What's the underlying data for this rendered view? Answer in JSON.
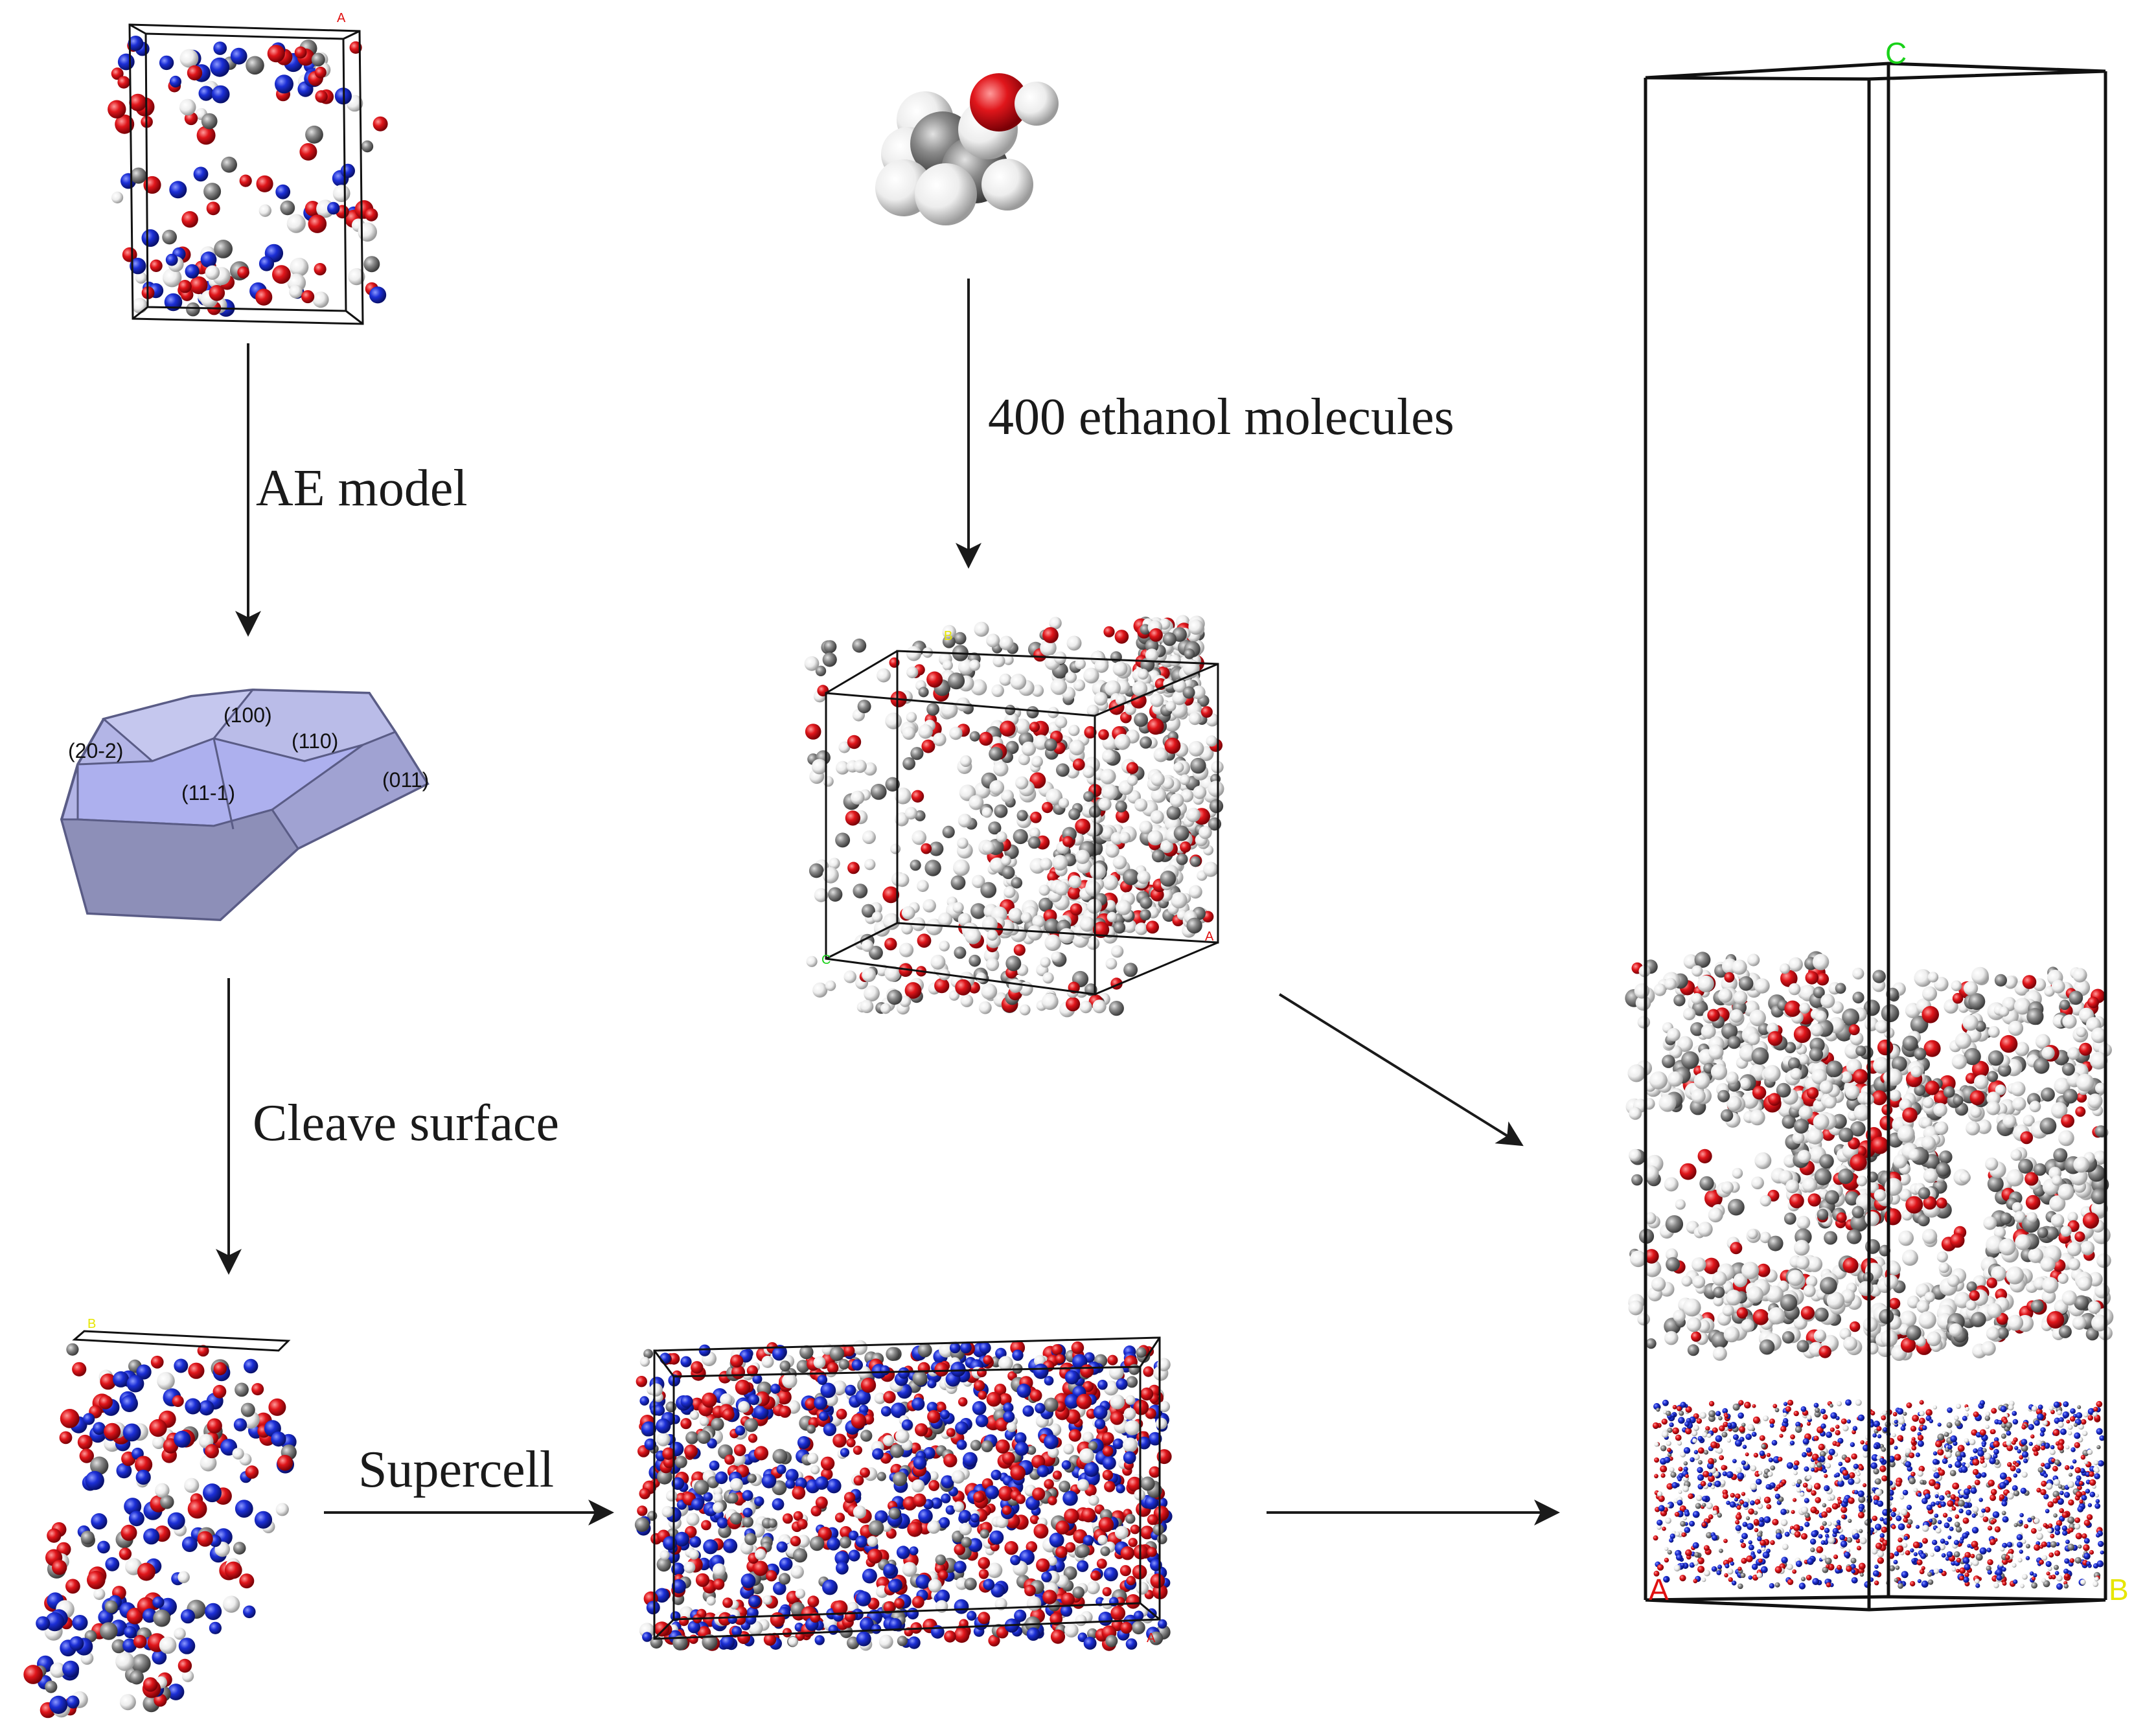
{
  "labels": {
    "ae_model": "AE model",
    "ethanol": "400 ethanol molecules",
    "cleave": "Cleave surface",
    "supercell": "Supercell"
  },
  "facets": {
    "f100": "(100)",
    "f110": "(110)",
    "f20m2": "(20-2)",
    "f11m1": "(11-1)",
    "f011": "(011)"
  },
  "axes": {
    "box_a": "A",
    "box_b": "B",
    "box_c": "C"
  },
  "colors": {
    "oxygen": "#e0161b",
    "nitrogen": "#1c2fd6",
    "carbon": "#8a8a8a",
    "hydrogen": "#f2f2f2",
    "crystal_face": "#b3b5e6",
    "crystal_edge": "#5a5c86",
    "axis_a": "#e01010",
    "axis_b": "#e6e600",
    "axis_c": "#19d119"
  }
}
